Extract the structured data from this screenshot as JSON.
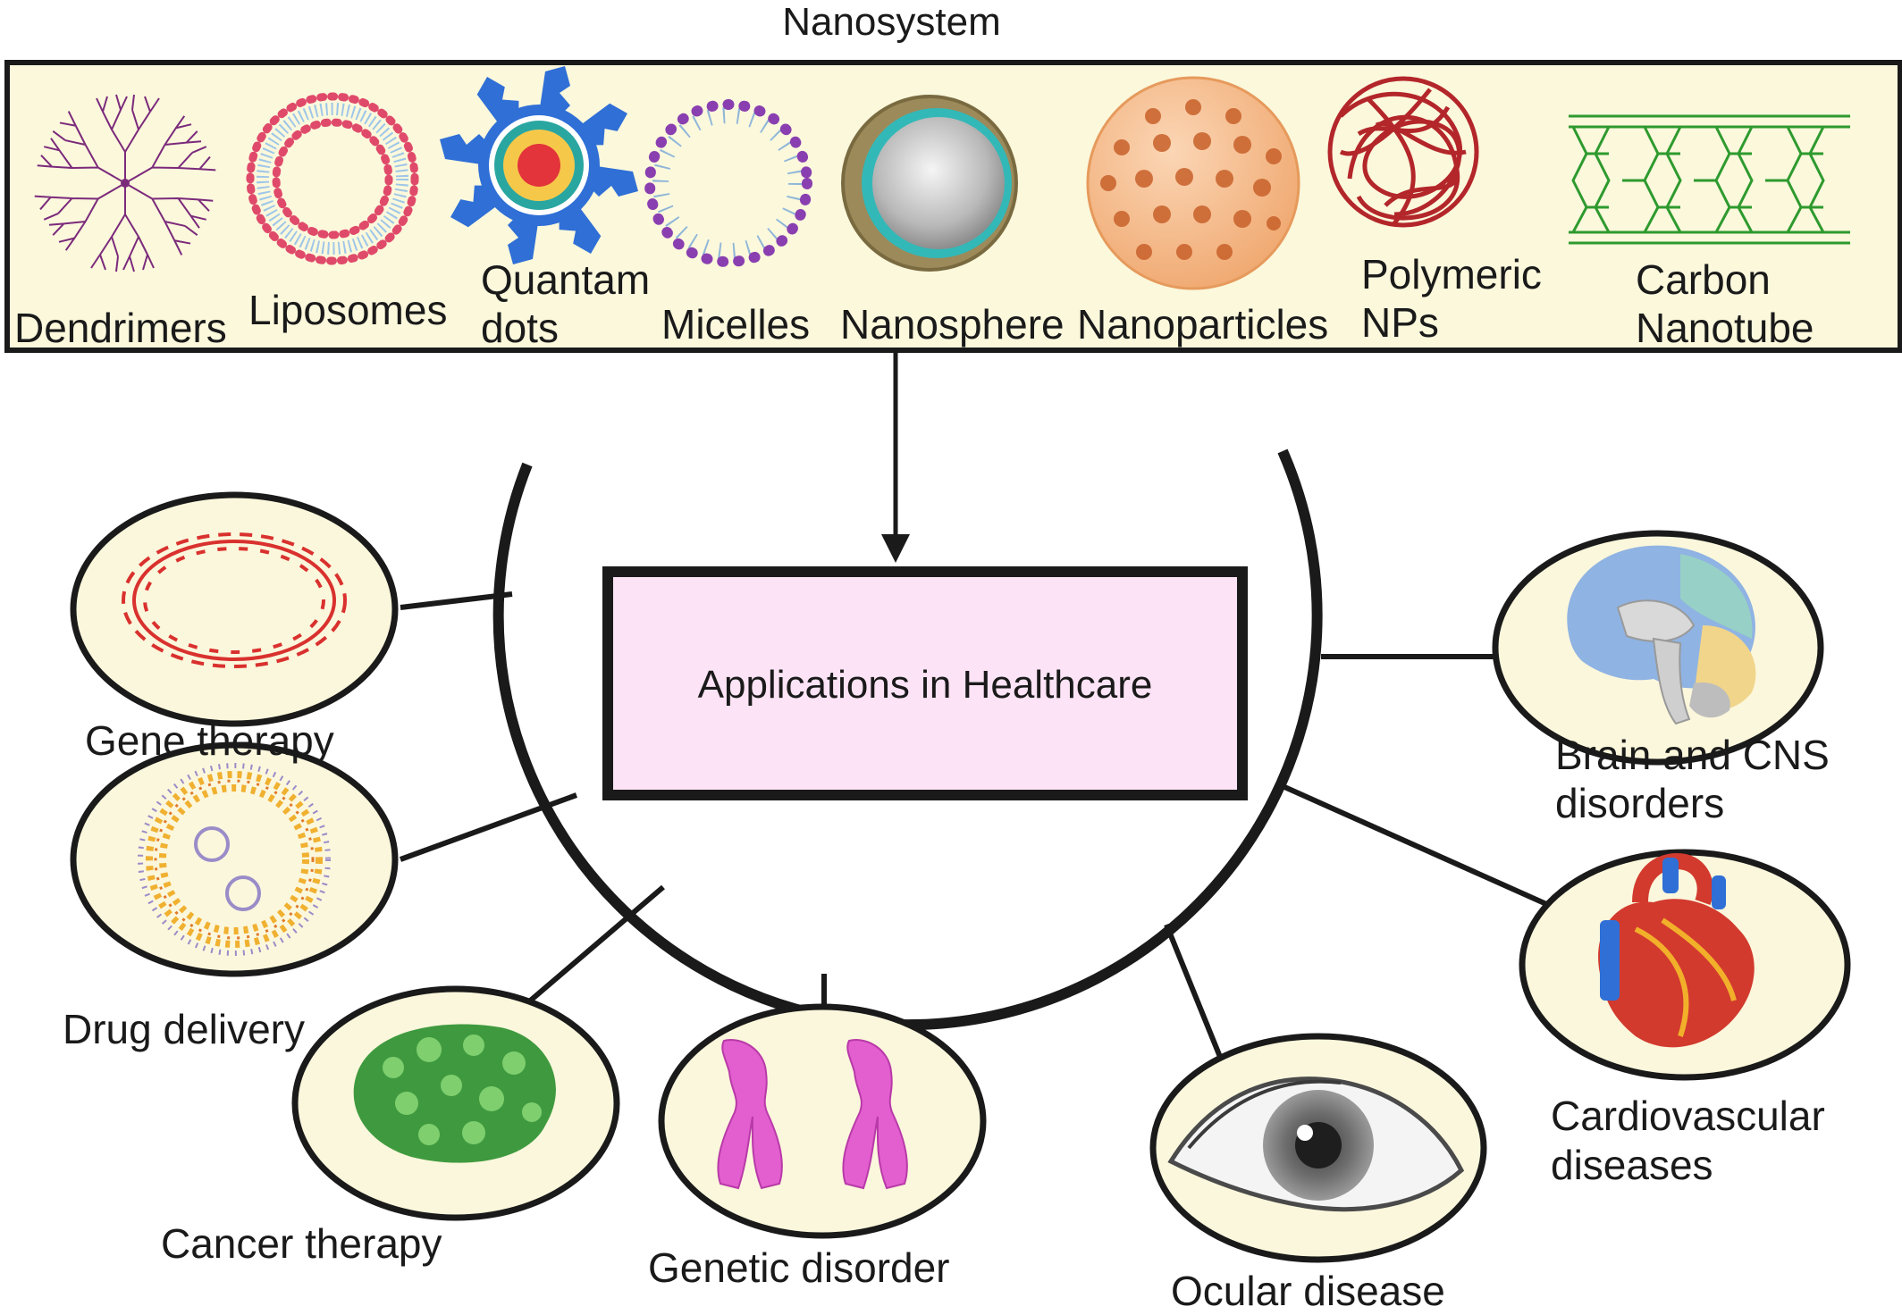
{
  "header": {
    "title": "Nanosystem"
  },
  "nanosystems": [
    {
      "label": "Dendrimers"
    },
    {
      "label": "Liposomes"
    },
    {
      "label_line1": "Quantam",
      "label_line2": "dots"
    },
    {
      "label": "Micelles"
    },
    {
      "label": "Nanosphere"
    },
    {
      "label": "Nanoparticles"
    },
    {
      "label_line1": "Polymeric",
      "label_line2": "NPs"
    },
    {
      "label_line1": "Carbon",
      "label_line2": "Nanotube"
    }
  ],
  "center": {
    "label": "Applications in Healthcare"
  },
  "applications": [
    {
      "label": "Gene therapy"
    },
    {
      "label": "Drug delivery"
    },
    {
      "label": "Cancer therapy"
    },
    {
      "label": "Genetic disorder"
    },
    {
      "label": "Ocular disease"
    },
    {
      "label_line1": "Cardiovascular",
      "label_line2": "diseases"
    },
    {
      "label_line1": "Brain and CNS",
      "label_line2": "disorders"
    }
  ],
  "colors": {
    "top_panel_fill": "#fbf8dc",
    "center_box_fill": "#fce3f5",
    "oval_fill": "#fbf7dc",
    "outline": "#1a1a1a"
  },
  "icons": [
    "dendrimer-icon",
    "liposome-icon",
    "quantum-dot-icon",
    "micelle-icon",
    "nanosphere-icon",
    "nanoparticle-icon",
    "polymeric-np-icon",
    "carbon-nanotube-icon",
    "dna-ring-icon",
    "drug-liposome-icon",
    "tumor-cell-icon",
    "chromosome-icon",
    "eye-icon",
    "heart-icon",
    "brain-icon"
  ]
}
